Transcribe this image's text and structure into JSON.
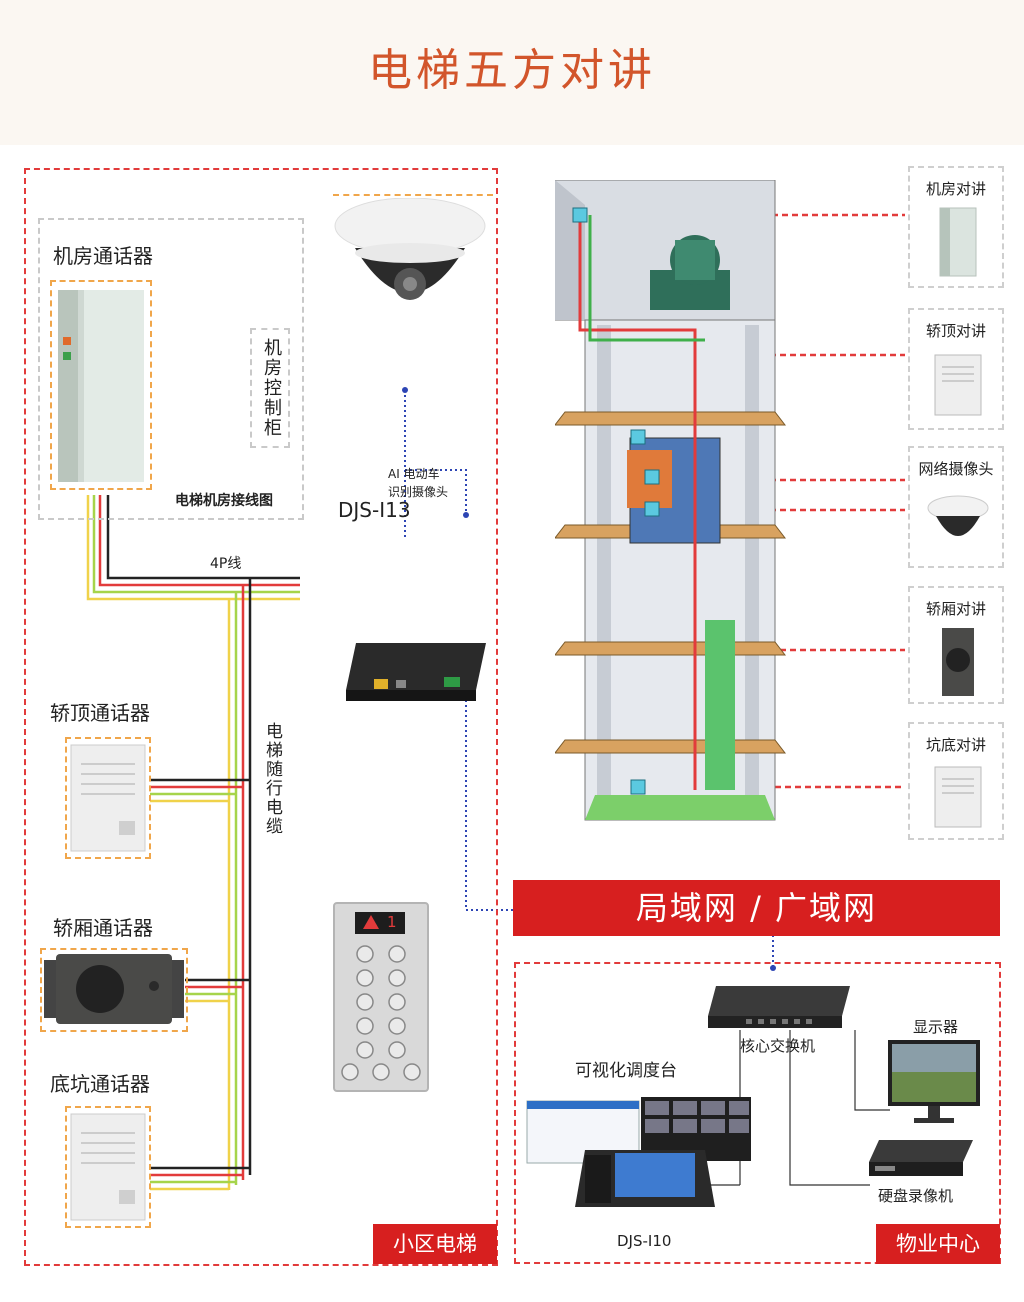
{
  "title": "电梯五方对讲",
  "left_panel": {
    "machine_room_phone": "机房通话器",
    "control_cabinet": "机房控制柜",
    "wiring_caption": "电梯机房接线图",
    "cable_4p": "4P线",
    "travel_cable": "电梯随行电缆",
    "car_top_phone": "轿顶通话器",
    "car_phone": "轿厢通话器",
    "pit_phone": "底坑通话器",
    "tag": "小区电梯"
  },
  "camera": {
    "caption_line1": "AI 电动车",
    "caption_line2": "识别摄像头",
    "model": "DJS-I13"
  },
  "right_devices": [
    {
      "label": "机房对讲"
    },
    {
      "label": "轿顶对讲"
    },
    {
      "label": "网络摄像头"
    },
    {
      "label": "轿厢对讲"
    },
    {
      "label": "坑底对讲"
    }
  ],
  "network_banner": "局域网 / 广域网",
  "center": {
    "switch": "核心交换机",
    "monitor": "显示器",
    "console": "可视化调度台",
    "nvr": "硬盘录像机",
    "phone_model": "DJS-I10",
    "tag": "物业中心"
  },
  "panel_floor_display": "1",
  "colors": {
    "accent_red": "#d71f1f",
    "title_orange": "#d2552b",
    "wire_red": "#e23b3b"
  }
}
